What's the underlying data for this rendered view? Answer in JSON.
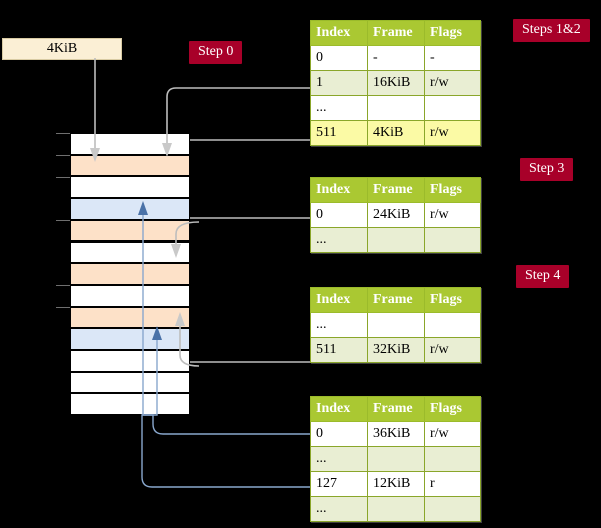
{
  "diagram": {
    "title_badges": [
      {
        "id": "steps12",
        "label": "Steps 1&2"
      },
      {
        "id": "step0",
        "label": "Step 0"
      },
      {
        "id": "step3",
        "label": "Step 3"
      },
      {
        "id": "step4",
        "label": "Step 4"
      }
    ],
    "source_box": {
      "label": "4KiB"
    },
    "accent_colors": {
      "badge_red": "#a80029",
      "table_header_green": "#aac832",
      "table_alt_row": "#e9eed3",
      "highlight_yellow": "#fbfaa5",
      "memory_orange": "#fde1c8",
      "memory_blue": "#dbe7f7",
      "source_box_cream": "#fbefd5",
      "gray_wire": "#bdbdbd",
      "blue_wire": "#89a7cd"
    },
    "tables": [
      {
        "id": "table-steps-1-2",
        "columns": [
          "Index",
          "Frame",
          "Flags"
        ],
        "rows": [
          {
            "cells": [
              "0",
              "-",
              "-"
            ],
            "style": "plain",
            "highlight": []
          },
          {
            "cells": [
              "1",
              "16KiB",
              "r/w"
            ],
            "style": "alt",
            "highlight": []
          },
          {
            "cells": [
              "...",
              "",
              ""
            ],
            "style": "plain",
            "highlight": []
          },
          {
            "cells": [
              "511",
              "4KiB",
              "r/w"
            ],
            "style": "alt",
            "highlight": [
              0,
              1,
              2
            ]
          }
        ]
      },
      {
        "id": "table-step-3",
        "columns": [
          "Index",
          "Frame",
          "Flags"
        ],
        "rows": [
          {
            "cells": [
              "0",
              "24KiB",
              "r/w"
            ],
            "style": "plain",
            "highlight": []
          },
          {
            "cells": [
              "...",
              "",
              ""
            ],
            "style": "alt",
            "highlight": []
          }
        ]
      },
      {
        "id": "table-step-4",
        "columns": [
          "Index",
          "Frame",
          "Flags"
        ],
        "rows": [
          {
            "cells": [
              "...",
              "",
              ""
            ],
            "style": "plain",
            "highlight": []
          },
          {
            "cells": [
              "511",
              "32KiB",
              "r/w"
            ],
            "style": "alt",
            "highlight": []
          }
        ]
      },
      {
        "id": "table-final",
        "columns": [
          "Index",
          "Frame",
          "Flags"
        ],
        "rows": [
          {
            "cells": [
              "0",
              "36KiB",
              "r/w"
            ],
            "style": "plain",
            "highlight": []
          },
          {
            "cells": [
              "...",
              "",
              ""
            ],
            "style": "alt",
            "highlight": []
          },
          {
            "cells": [
              "127",
              "12KiB",
              "r"
            ],
            "style": "plain",
            "highlight": []
          },
          {
            "cells": [
              "...",
              "",
              ""
            ],
            "style": "alt",
            "highlight": []
          }
        ]
      }
    ],
    "memory_column": {
      "name": "physical-memory-frames",
      "rows": [
        {
          "fill": "white"
        },
        {
          "fill": "orange"
        },
        {
          "fill": "white"
        },
        {
          "fill": "blue"
        },
        {
          "fill": "orange"
        },
        {
          "fill": "white"
        },
        {
          "fill": "orange"
        },
        {
          "fill": "white"
        },
        {
          "fill": "orange"
        },
        {
          "fill": "blue"
        },
        {
          "fill": "white"
        },
        {
          "fill": "white"
        },
        {
          "fill": "white"
        }
      ]
    }
  }
}
